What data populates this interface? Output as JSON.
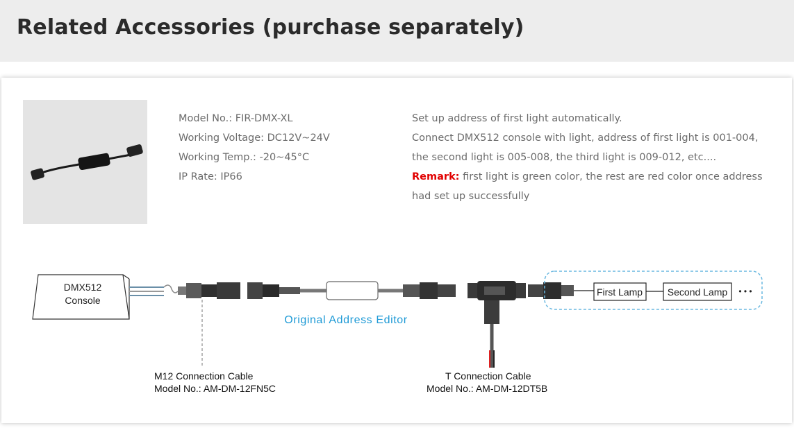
{
  "header": {
    "title": "Related Accessories (purchase separately)"
  },
  "product": {
    "specs": [
      "Model No.: FIR-DMX-XL",
      "Working Voltage: DC12V~24V",
      "Working Temp.: -20~45°C",
      "IP Rate: IP66"
    ],
    "description": {
      "line1": "Set up address of first light automatically.",
      "line2": "Connect DMX512 console with light, address of first light is 001-004,",
      "line3": "the second light is 005-008, the third light is 009-012, etc....",
      "remark_label": "Remark:",
      "remark_text": " first light is green color, the rest are red color once address",
      "line5": "had set up successfully"
    }
  },
  "diagram": {
    "console_line1": "DMX512",
    "console_line2": "Console",
    "editor_label": "Original Address Editor",
    "first_lamp": "First Lamp",
    "second_lamp": "Second Lamp",
    "ellipsis": "• • •",
    "m12_title": "M12 Connection Cable",
    "m12_model": "Model No.: AM-DM-12FN5C",
    "t_title": "T Connection Cable",
    "t_model": "Model No.: AM-DM-12DT5B"
  },
  "colors": {
    "accent": "#1e9ad6",
    "remark": "#e10000",
    "header_bg": "#ededed"
  }
}
